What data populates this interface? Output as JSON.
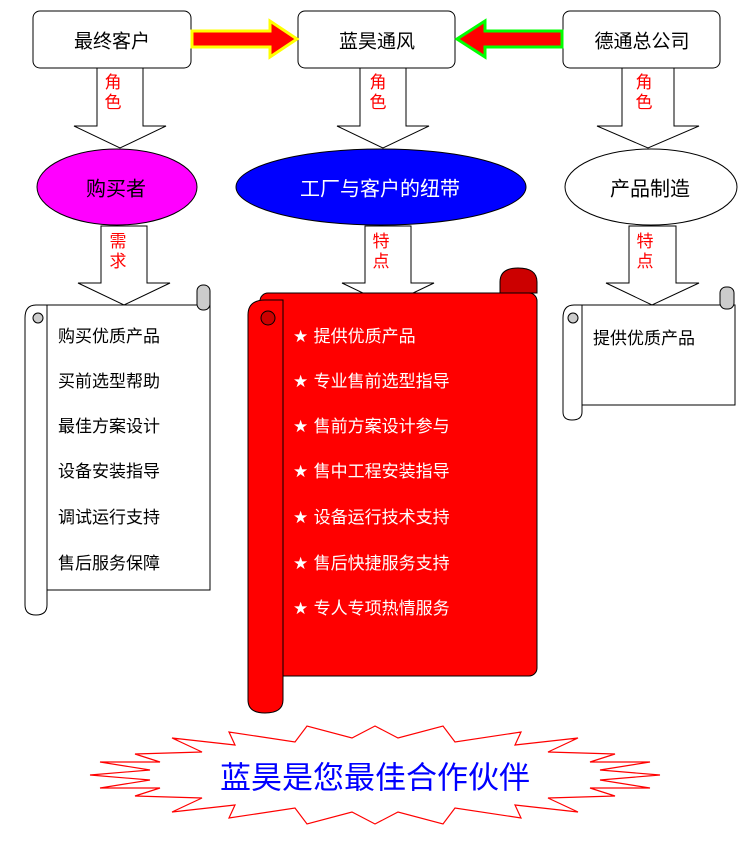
{
  "boxes": {
    "left": "最终客户",
    "center": "蓝昊通风",
    "right": "德通总公司"
  },
  "arrow_labels": {
    "role": "角色",
    "need": "需求",
    "feature": "特点"
  },
  "ellipses": {
    "left": "购买者",
    "center": "工厂与客户的纽带",
    "right": "产品制造"
  },
  "left_scroll": [
    "购买优质产品",
    "买前选型帮助",
    "最佳方案设计",
    "设备安装指导",
    "调试运行支持",
    "售后服务保障"
  ],
  "center_scroll": [
    "★ 提供优质产品",
    "★ 专业售前选型指导",
    "★ 售前方案设计参与",
    "★ 售中工程安装指导",
    "★ 设备运行技术支持",
    "★ 售后快捷服务支持",
    "★ 专人专项热情服务"
  ],
  "right_scroll": [
    "提供优质产品"
  ],
  "slogan": "蓝昊是您最佳合作伙伴",
  "colors": {
    "magenta": "#ff00ff",
    "blue": "#0000ff",
    "red": "#ff0000",
    "yellow": "#ffff00",
    "green": "#00ff00"
  }
}
